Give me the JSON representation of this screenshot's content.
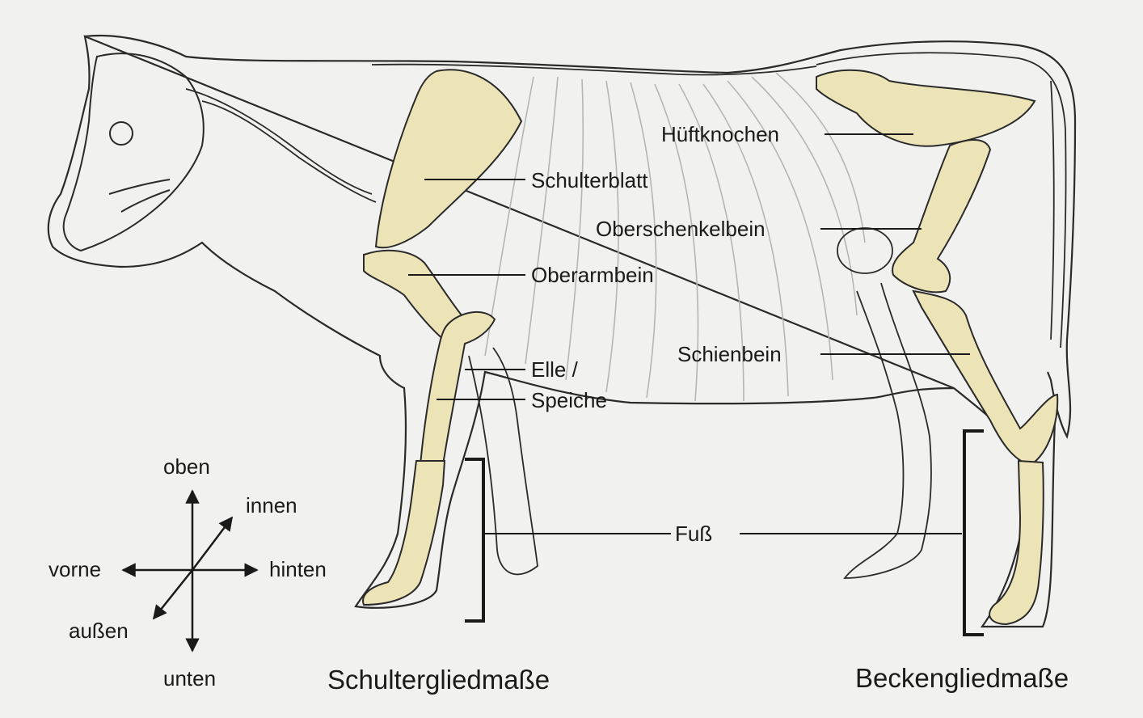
{
  "labels": {
    "hueftknochen": "Hüftknochen",
    "schulterblatt": "Schulterblatt",
    "oberschenkelbein": "Oberschenkelbein",
    "oberarmbein": "Oberarmbein",
    "schienbein": "Schienbein",
    "elle": "Elle /",
    "speiche": "Speiche",
    "fuss": "Fuß"
  },
  "compass": {
    "up": "oben",
    "in": "innen",
    "front": "vorne",
    "back": "hinten",
    "out": "außen",
    "down": "unten"
  },
  "captions": {
    "front_limb": "Schultergliedmaße",
    "hind_limb": "Beckengliedmaße"
  },
  "colors": {
    "bone": "#ece4b6",
    "outline": "#2a2a2a",
    "ribs": "#b5b5b5",
    "background": "#f1f1ef"
  }
}
